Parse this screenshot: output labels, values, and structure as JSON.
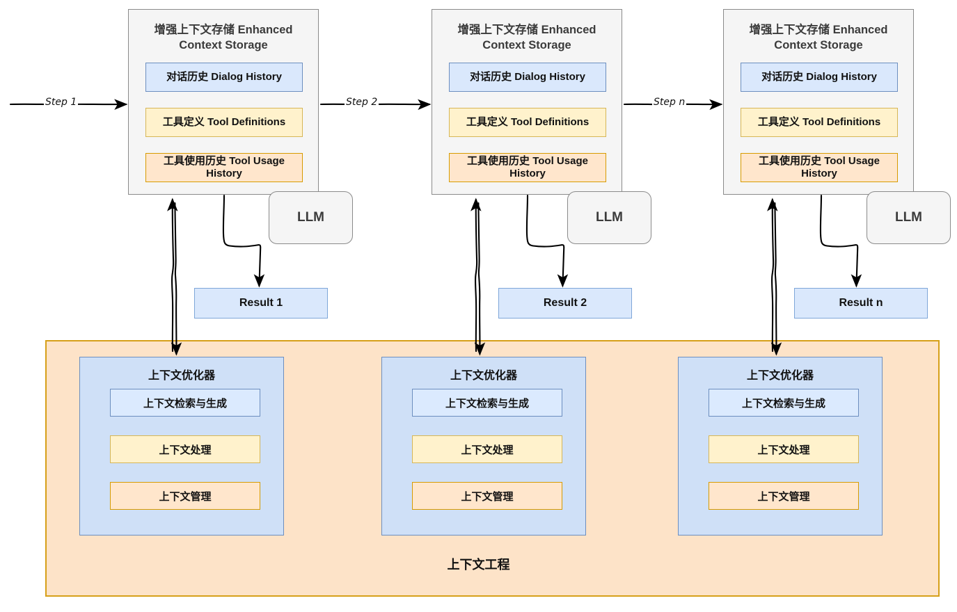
{
  "diagram": {
    "title": "Context Engineering multi-step agent loop",
    "colors": {
      "storage_bg": "#f5f5f5",
      "storage_border": "#8a8a8a",
      "blue_fill": "#dae8fc",
      "blue_border": "#6c8ebf",
      "yellow_fill": "#fff2cc",
      "yellow_border": "#d6b656",
      "orange_fill": "#ffe6cc",
      "orange_border": "#d79b00",
      "container_fill": "#fde3c8",
      "container_border": "#d6a019",
      "optimizer_fill": "#cfe0f7"
    }
  },
  "storages": [
    {
      "title": "增强上下文存储 Enhanced Context Storage",
      "dialog_history": "对话历史 Dialog History",
      "tool_definitions": "工具定义 Tool Definitions",
      "tool_usage_history": "工具使用历史 Tool Usage History"
    },
    {
      "title": "增强上下文存储 Enhanced Context Storage",
      "dialog_history": "对话历史 Dialog History",
      "tool_definitions": "工具定义 Tool Definitions",
      "tool_usage_history": "工具使用历史 Tool Usage History"
    },
    {
      "title": "增强上下文存储 Enhanced Context Storage",
      "dialog_history": "对话历史 Dialog History",
      "tool_definitions": "工具定义 Tool Definitions",
      "tool_usage_history": "工具使用历史 Tool Usage History"
    }
  ],
  "llms": [
    {
      "label": "LLM"
    },
    {
      "label": "LLM"
    },
    {
      "label": "LLM"
    }
  ],
  "results": [
    {
      "label": "Result 1"
    },
    {
      "label": "Result 2"
    },
    {
      "label": "Result n"
    }
  ],
  "steps": [
    {
      "label": "Step 1"
    },
    {
      "label": "Step 2"
    },
    {
      "label": "Step n"
    }
  ],
  "optimizers": [
    {
      "title": "上下文优化器",
      "retrieval": "上下文检索与生成",
      "processing": "上下文处理",
      "management": "上下文管理"
    },
    {
      "title": "上下文优化器",
      "retrieval": "上下文检索与生成",
      "processing": "上下文处理",
      "management": "上下文管理"
    },
    {
      "title": "上下文优化器",
      "retrieval": "上下文检索与生成",
      "processing": "上下文处理",
      "management": "上下文管理"
    }
  ],
  "container": {
    "label": "上下文工程"
  }
}
